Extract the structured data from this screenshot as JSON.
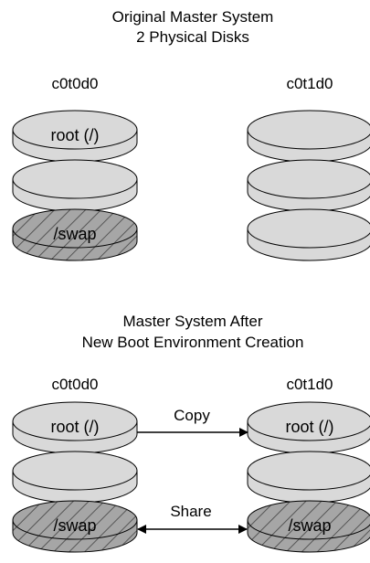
{
  "top": {
    "title_line1": "Original Master System",
    "title_line2": "2 Physical Disks",
    "disk_left": {
      "label": "c0t0d0",
      "platters": [
        {
          "label": "root (/)",
          "type": "plain"
        },
        {
          "label": "",
          "type": "plain"
        },
        {
          "label": "/swap",
          "type": "hatched"
        }
      ]
    },
    "disk_right": {
      "label": "c0t1d0",
      "platters": [
        {
          "label": "",
          "type": "plain"
        },
        {
          "label": "",
          "type": "plain"
        },
        {
          "label": "",
          "type": "plain"
        }
      ]
    }
  },
  "bottom": {
    "title_line1": "Master System After",
    "title_line2": "New Boot Environment Creation",
    "disk_left": {
      "label": "c0t0d0",
      "platters": [
        {
          "label": "root (/)",
          "type": "plain"
        },
        {
          "label": "",
          "type": "plain"
        },
        {
          "label": "/swap",
          "type": "hatched"
        }
      ]
    },
    "disk_right": {
      "label": "c0t1d0",
      "platters": [
        {
          "label": "root (/)",
          "type": "plain"
        },
        {
          "label": "",
          "type": "plain"
        },
        {
          "label": "/swap",
          "type": "hatched"
        }
      ]
    },
    "copy_label": "Copy",
    "share_label": "Share"
  },
  "colors": {
    "platter_fill": "#d9d9d9",
    "hatched_fill": "#a6a6a6",
    "stroke": "#000000"
  }
}
